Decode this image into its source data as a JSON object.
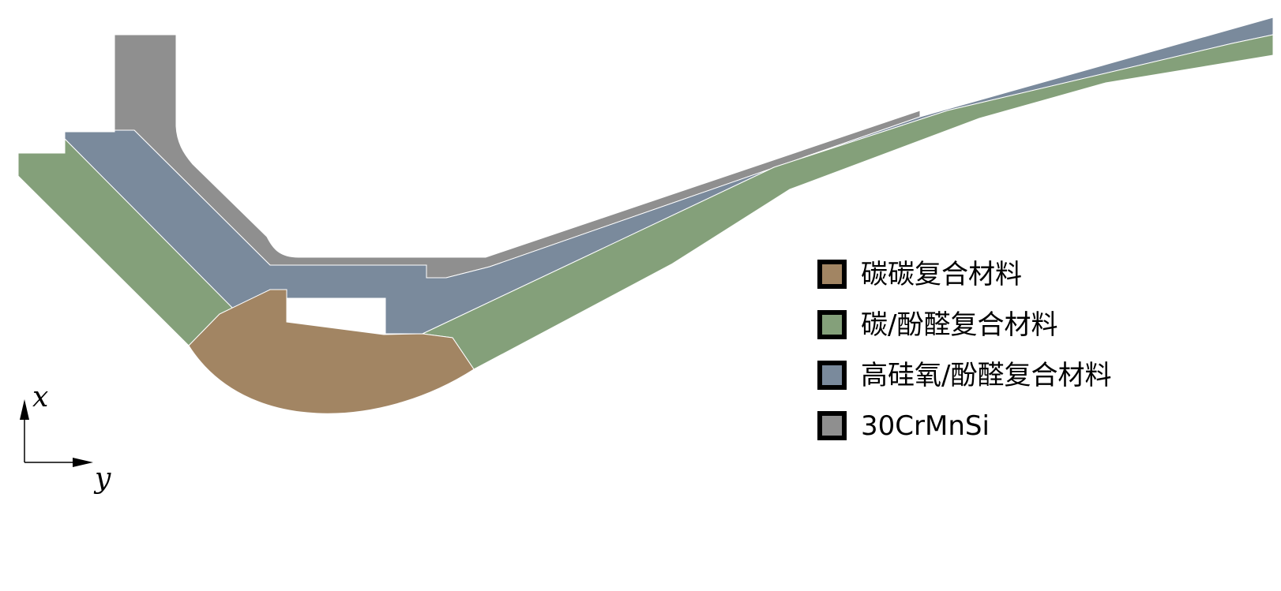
{
  "materials": [
    {
      "key": "cc",
      "label": "碳碳复合材料",
      "color": "#a28563"
    },
    {
      "key": "cp",
      "label": "碳/酚醛复合材料",
      "color": "#84a07a"
    },
    {
      "key": "sp",
      "label": "高硅氧/酚醛复合材料",
      "color": "#7a8a9c"
    },
    {
      "key": "steel",
      "label": "30CrMnSi",
      "color": "#8f8f8f"
    }
  ],
  "axes": {
    "x_label": "x",
    "y_label": "y"
  }
}
